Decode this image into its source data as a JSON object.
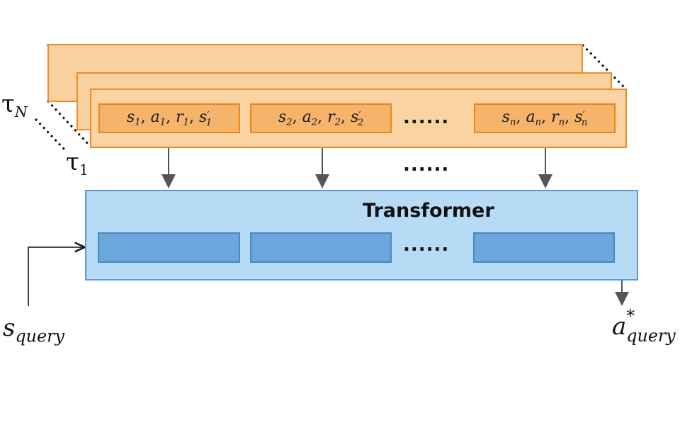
{
  "layers": {
    "back_label": "τ",
    "back_label_sub": "N",
    "front_label": "τ",
    "front_label_sub": "1"
  },
  "tokens": [
    {
      "s": "s",
      "a": "a",
      "r": "r",
      "idx": "1",
      "prime": "′"
    },
    {
      "s": "s",
      "a": "a",
      "r": "r",
      "idx": "2",
      "prime": "′"
    },
    {
      "s": "s",
      "a": "a",
      "r": "r",
      "idx": "n",
      "prime": "′"
    }
  ],
  "separator": ", ",
  "ellipsis": "......",
  "transformer": {
    "title": "Transformer"
  },
  "input": {
    "symbol": "s",
    "sub": "query"
  },
  "output": {
    "symbol": "a",
    "sup": "*",
    "sub": "query"
  },
  "colors": {
    "layer_fill": "#f9d0a0",
    "layer_border": "#ec8e22",
    "token_fill": "#f6b36b",
    "transformer_fill": "#b8dbf5",
    "transformer_border": "#5b9ad6",
    "embedding_fill": "#6aa8dc",
    "arrow": "#555555"
  }
}
